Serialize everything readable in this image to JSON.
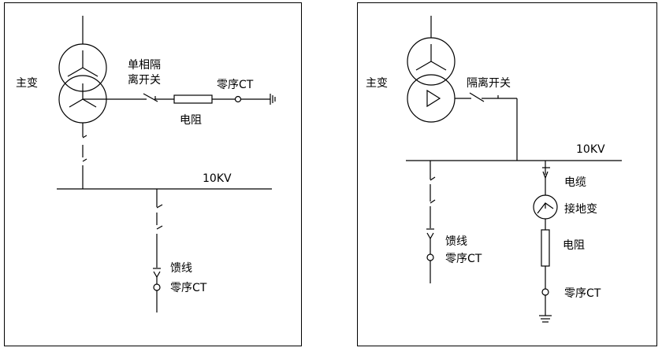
{
  "left_diagram": {
    "transformer_label": "主变",
    "switch_label_line1": "单相隔",
    "switch_label_line2": "离开关",
    "resistor_label": "电阻",
    "zero_seq_ct_label": "零序CT",
    "bus_label": "10KV",
    "feeder_label": "馈线",
    "feeder_ct_label": "零序CT"
  },
  "right_diagram": {
    "transformer_label": "主变",
    "switch_label": "隔离开关",
    "bus_label": "10KV",
    "feeder_label": "馈线",
    "feeder_ct_label": "零序CT",
    "cable_label": "电缆",
    "grounding_transformer_label": "接地变",
    "resistor_label": "电阻",
    "zero_seq_ct_label": "零序CT"
  }
}
